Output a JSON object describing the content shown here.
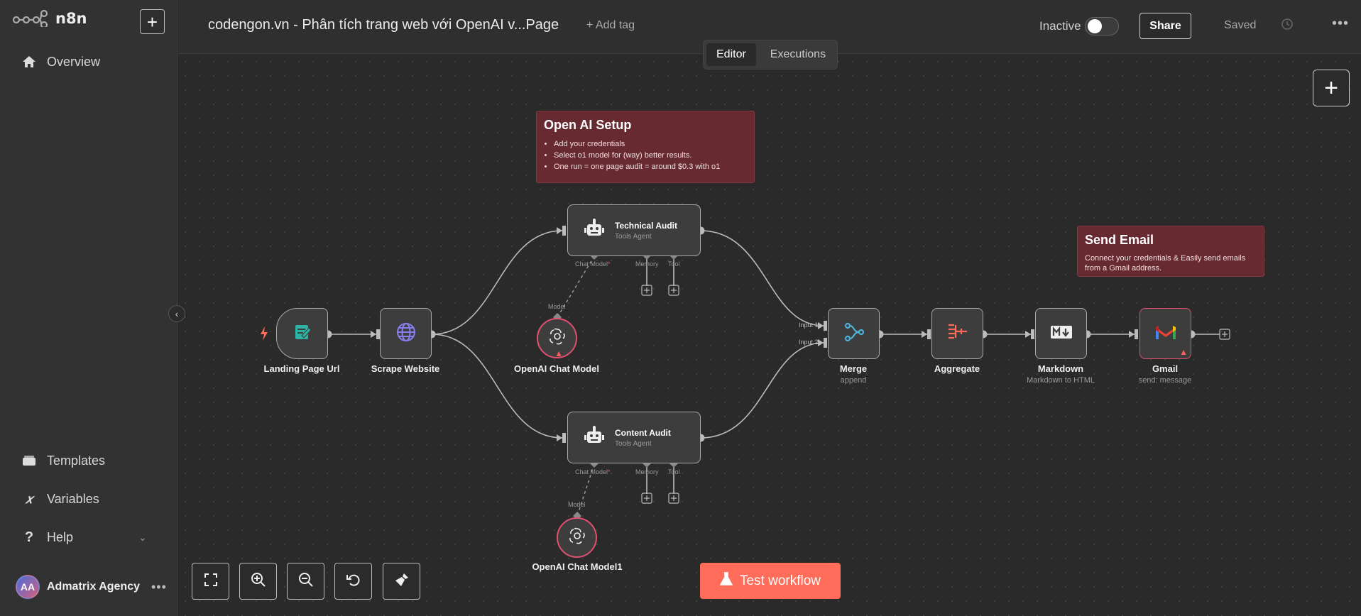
{
  "app": {
    "name": "n8n"
  },
  "sidebar": {
    "add_label": "+",
    "items": [
      {
        "label": "Overview",
        "icon": "home-icon"
      },
      {
        "label": "Templates",
        "icon": "templates-icon"
      },
      {
        "label": "Variables",
        "icon": "variables-icon"
      },
      {
        "label": "Help",
        "icon": "help-icon"
      }
    ],
    "collapse_glyph": "‹",
    "user": {
      "initials": "AA",
      "name": "Admatrix Agency",
      "more": "•••"
    }
  },
  "header": {
    "title": "codengon.vn - Phân tích trang web với OpenAI v...Page",
    "add_tag": "+ Add tag",
    "status_label": "Inactive",
    "share_label": "Share",
    "saved_label": "Saved",
    "more_label": "•••",
    "tabs": [
      {
        "label": "Editor",
        "active": true
      },
      {
        "label": "Executions",
        "active": false
      }
    ]
  },
  "canvas": {
    "add_node_label": "+",
    "stickies": [
      {
        "title": "Open AI Setup",
        "bullets": [
          "Add your credentials",
          "Select o1 model for (way) better results.",
          "One run = one page audit = around $0.3 with o1"
        ]
      },
      {
        "title": "Send Email",
        "text": "Connect your credentials & Easily send emails from a Gmail address."
      }
    ],
    "nodes": {
      "landing": {
        "label": "Landing Page Url"
      },
      "scrape": {
        "label": "Scrape Website"
      },
      "tech_audit": {
        "title": "Technical Audit",
        "subtitle": "Tools Agent"
      },
      "content_audit": {
        "title": "Content Audit",
        "subtitle": "Tools Agent"
      },
      "openai1": {
        "label": "OpenAI Chat Model"
      },
      "openai2": {
        "label": "OpenAI Chat Model1"
      },
      "merge": {
        "label": "Merge",
        "subtitle": "append",
        "input1": "Input 1",
        "input2": "Input 2"
      },
      "aggregate": {
        "label": "Aggregate"
      },
      "markdown": {
        "label": "Markdown",
        "subtitle": "Markdown to HTML"
      },
      "gmail": {
        "label": "Gmail",
        "subtitle": "send: message"
      }
    },
    "ports": {
      "chat_model": "Chat Model",
      "required_mark": "*",
      "memory": "Memory",
      "tool": "Tool",
      "model": "Model"
    },
    "test_workflow_label": "Test workflow"
  },
  "colors": {
    "accent": "#ff6d5a",
    "sticky": "#672a30",
    "error": "#e05070"
  }
}
